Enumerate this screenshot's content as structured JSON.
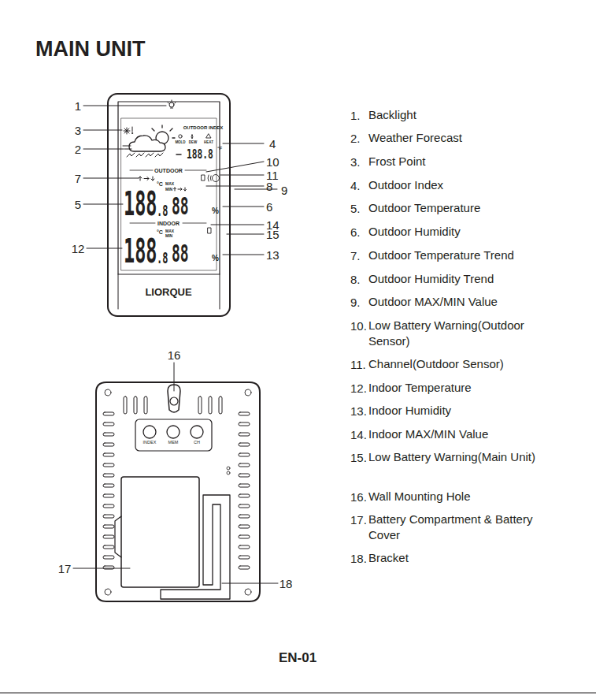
{
  "diagram": {
    "title": "MAIN UNIT",
    "labels": [
      "1",
      "3",
      "2",
      "7",
      "5",
      "12",
      "4",
      "10",
      "11",
      "8",
      "9",
      "6",
      "14",
      "15",
      "13",
      "OUTDOOR INDEX",
      "MOLD",
      "DEW",
      "HEAT",
      "188.8",
      "°F",
      "OUTDOOR",
      "°C",
      "MAX",
      "MIN",
      "188",
      ".8",
      "88",
      "%",
      "INDOOR",
      "°C",
      "MAX",
      "MIN",
      "188",
      ".8",
      "88",
      "%",
      "LIORQUE",
      "16",
      "INDEX",
      "MEM",
      "CH",
      "17",
      "18",
      "1.",
      "Backlight",
      "2.",
      "Weather Forecast",
      "3.",
      "Frost Point",
      "4.",
      "Outdoor Index",
      "5.",
      "Outdoor Temperature",
      "6.",
      "Outdoor Humidity",
      "7.",
      "Outdoor Temperature Trend",
      "8.",
      "Outdoor Humidity Trend",
      "9.",
      "Outdoor MAX/MIN Value",
      "10.",
      "Low Battery Warning(Outdoor Sensor)",
      "11.",
      "Channel(Outdoor Sensor)",
      "12.",
      "Indoor Temperature",
      "13.",
      "Indoor Humidity",
      "14.",
      "Indoor MAX/MIN Value",
      "15.",
      "Low Battery Warning(Main Unit)",
      "16.",
      "Wall Mounting Hole",
      "17.",
      "Battery Compartment & Battery Cover",
      "18.",
      "Bracket",
      "EN-01"
    ]
  }
}
